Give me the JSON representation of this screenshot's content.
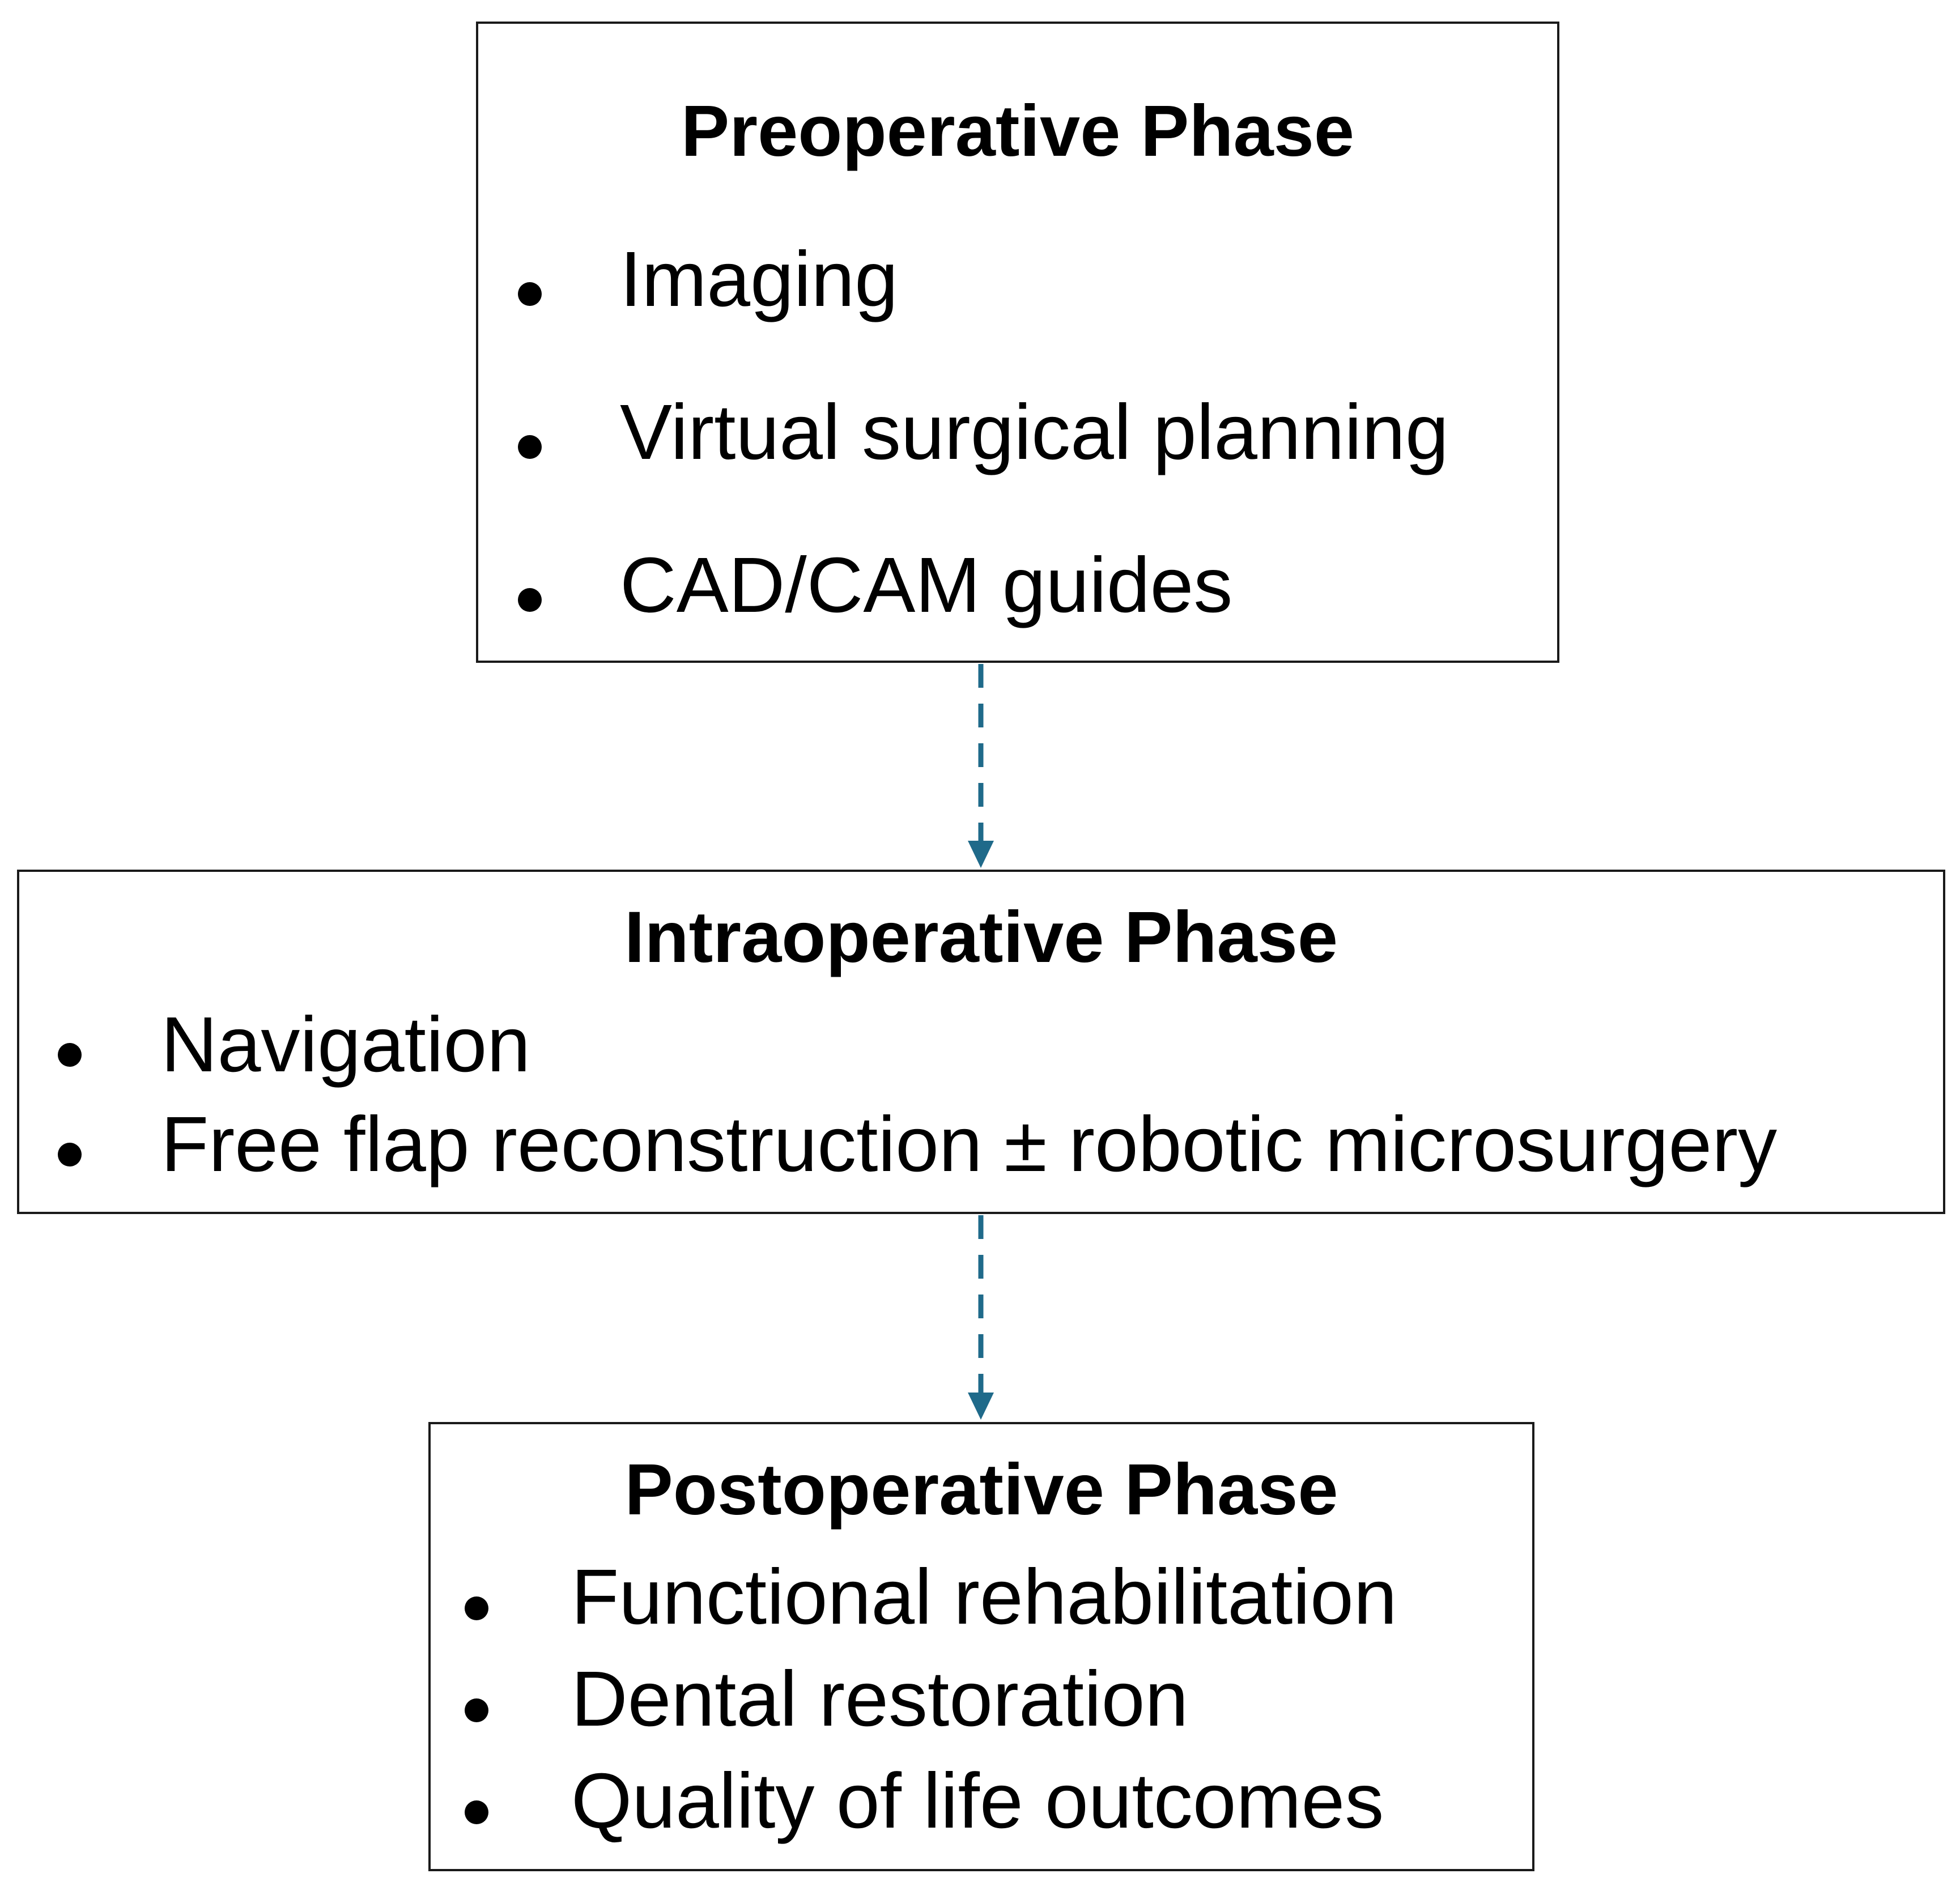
{
  "phases": [
    {
      "title": "Preoperative Phase",
      "items": [
        "Imaging",
        "Virtual surgical planning",
        "CAD/CAM guides"
      ]
    },
    {
      "title": "Intraoperative Phase",
      "items": [
        "Navigation",
        "Free flap reconstruction ± robotic microsurgery"
      ]
    },
    {
      "title": "Postoperative Phase",
      "items": [
        "Functional rehabilitation",
        "Dental restoration",
        "Quality of life outcomes"
      ]
    }
  ],
  "connector_color": "#1f6a8a",
  "connector_style": "dashed-arrow"
}
